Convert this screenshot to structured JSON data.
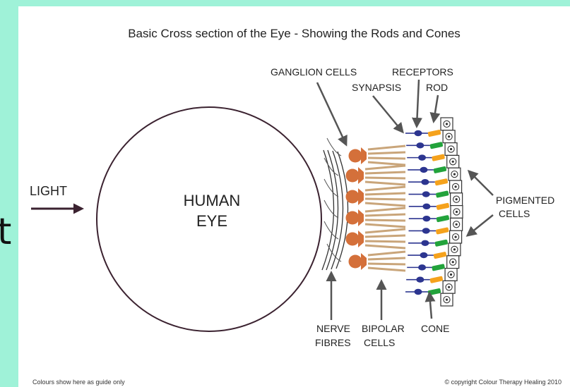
{
  "margin_glyph": "t",
  "title": "Basic Cross section of the Eye - Showing the Rods and Cones",
  "labels": {
    "light": "LIGHT",
    "eye_line1": "HUMAN",
    "eye_line2": "EYE",
    "ganglion": "GANGLION CELLS",
    "receptors": "RECEPTORS",
    "synapsis": "SYNAPSIS",
    "rod": "ROD",
    "pigmented_line1": "PIGMENTED",
    "pigmented_line2": "CELLS",
    "nerve_line1": "NERVE",
    "nerve_line2": "FIBRES",
    "bipolar_line1": "BIPOLAR",
    "bipolar_line2": "CELLS",
    "cone": "CONE"
  },
  "footer": {
    "left": "Colours show here as  guide only",
    "right": "© copyright Colour Therapy Healing 2010"
  },
  "colors": {
    "eye_outline": "#3b2230",
    "ganglion": "#d4703a",
    "bipolar": "#c9a57a",
    "synapse": "#2c3590",
    "rod": "#f5a21c",
    "cone": "#22a33b",
    "pigment": "#333333",
    "arrow": "#555555",
    "text": "#222222"
  },
  "receptor_sequence": [
    "rod",
    "cone",
    "rod",
    "cone",
    "rod",
    "cone",
    "rod",
    "cone",
    "rod",
    "cone",
    "rod",
    "cone",
    "rod",
    "cone"
  ]
}
